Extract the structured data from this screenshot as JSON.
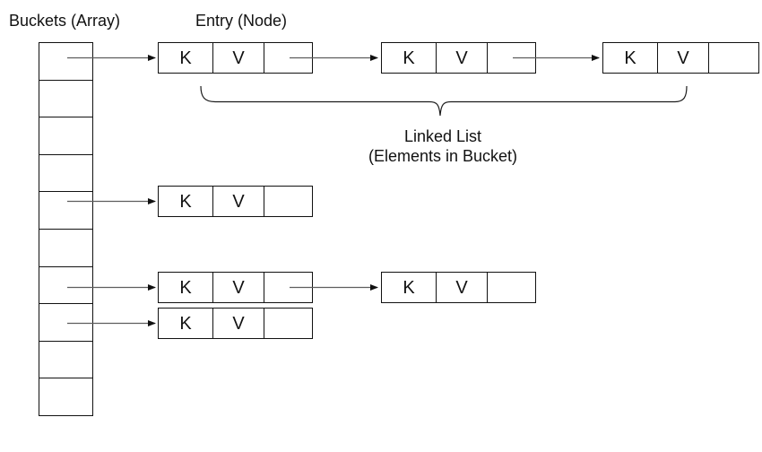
{
  "labels": {
    "buckets_title": "Buckets (Array)",
    "entry_title": "Entry (Node)"
  },
  "annotation": {
    "line1": "Linked List",
    "line2": "(Elements in Bucket)"
  },
  "node_cells": {
    "key": "K",
    "value": "V",
    "next": ""
  },
  "structure": {
    "bucket_count": 10,
    "chains": [
      {
        "bucket_index": 0,
        "node_count": 3
      },
      {
        "bucket_index": 4,
        "node_count": 1
      },
      {
        "bucket_index": 6,
        "node_count": 2
      },
      {
        "bucket_index": 7,
        "node_count": 1
      }
    ]
  },
  "colors": {
    "background": "#ffffff",
    "line": "#111111",
    "arrow_shaft": "#5e5e5e",
    "arrow_head": "#111111",
    "text": "#111111"
  }
}
